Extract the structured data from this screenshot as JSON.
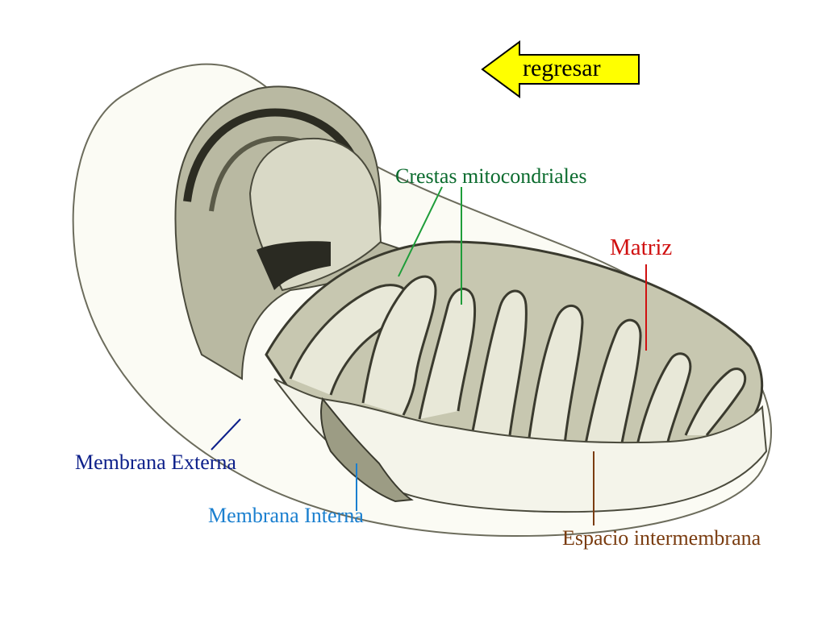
{
  "back_button": {
    "label": "regresar"
  },
  "labels": {
    "crestas": "Crestas mitocondriales",
    "matriz": "Matriz",
    "membrana_externa": "Membrana Externa",
    "membrana_interna": "Membrana Interna",
    "espacio": "Espacio intermembrana"
  },
  "colors": {
    "crestas": "#0b6b2e",
    "matriz": "#d01010",
    "membrana_externa": "#0c1f8a",
    "membrana_interna": "#1a7fcf",
    "espacio": "#7a3c10",
    "arrow_fill": "#ffff00",
    "organelle_shade": "#9c9c84"
  }
}
